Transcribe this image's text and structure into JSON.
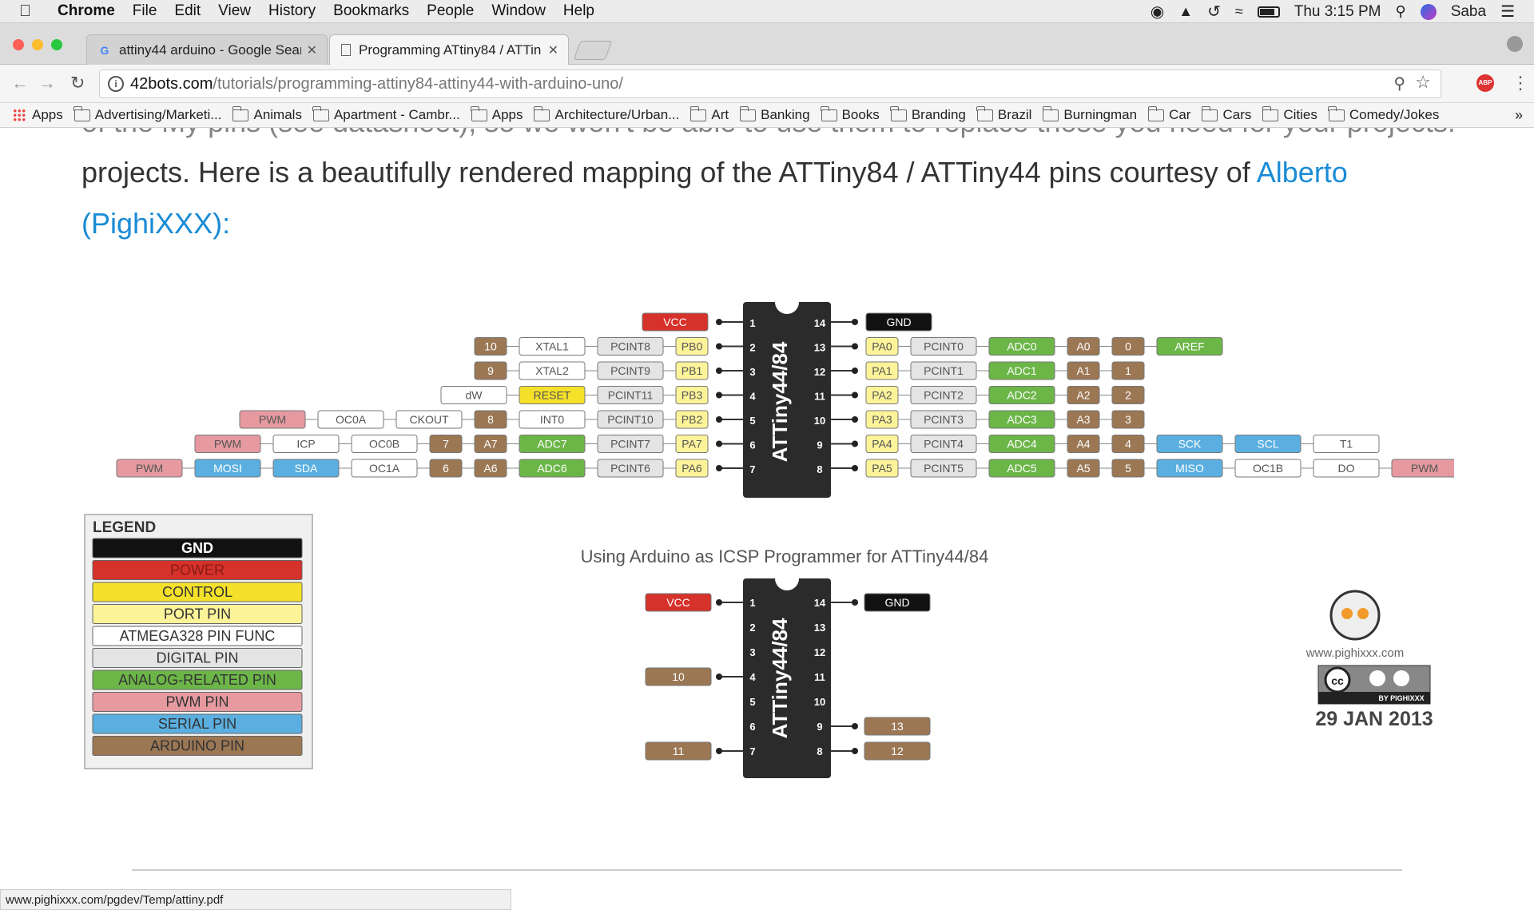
{
  "menubar": {
    "app": "Chrome",
    "items": [
      "File",
      "Edit",
      "View",
      "History",
      "Bookmarks",
      "People",
      "Window",
      "Help"
    ],
    "clock": "Thu 3:15 PM",
    "user": "Saba"
  },
  "tabs": [
    {
      "title": "attiny44 arduino - Google Sear",
      "icon": "google-icon"
    },
    {
      "title": "Programming ATtiny84 / ATTin",
      "icon": "page-icon"
    }
  ],
  "address": {
    "host": "42bots.com",
    "path": "/tutorials/programming-attiny84-attiny44-with-arduino-uno/"
  },
  "bookmarks": [
    "Apps",
    "Advertising/Marketi...",
    "Animals",
    "Apartment - Cambr...",
    "Apps",
    "Architecture/Urban...",
    "Art",
    "Banking",
    "Books",
    "Branding",
    "Brazil",
    "Burningman",
    "Car",
    "Cars",
    "Cities",
    "Comedy/Jokes"
  ],
  "bookmarks_more": "»",
  "article": {
    "cutoff_line": "of the My pins (see datasheet), so we won't be able to use them to replace those you need for your projects.",
    "text": "projects. Here is a beautifully rendered mapping of the ATTiny84 / ATTiny44 pins courtesy of",
    "link": "Alberto (PighiXXX):"
  },
  "diagram": {
    "chip_label": "ATTiny44/84",
    "left_pins": [
      {
        "n": "1",
        "tags": [
          {
            "t": "VCC",
            "c": "power"
          }
        ]
      },
      {
        "n": "2",
        "tags": [
          {
            "t": "PB0",
            "c": "port"
          },
          {
            "t": "PCINT8",
            "c": "digital"
          },
          {
            "t": "XTAL1",
            "c": "func"
          },
          {
            "t": "10",
            "c": "arduino"
          }
        ]
      },
      {
        "n": "3",
        "tags": [
          {
            "t": "PB1",
            "c": "port"
          },
          {
            "t": "PCINT9",
            "c": "digital"
          },
          {
            "t": "XTAL2",
            "c": "func"
          },
          {
            "t": "9",
            "c": "arduino"
          }
        ]
      },
      {
        "n": "4",
        "tags": [
          {
            "t": "PB3",
            "c": "port"
          },
          {
            "t": "PCINT11",
            "c": "digital"
          },
          {
            "t": "RESET",
            "c": "control"
          },
          {
            "t": "dW",
            "c": "func"
          }
        ]
      },
      {
        "n": "5",
        "tags": [
          {
            "t": "PB2",
            "c": "port"
          },
          {
            "t": "PCINT10",
            "c": "digital"
          },
          {
            "t": "INT0",
            "c": "func"
          },
          {
            "t": "8",
            "c": "arduino"
          },
          {
            "t": "CKOUT",
            "c": "func"
          },
          {
            "t": "OC0A",
            "c": "func"
          },
          {
            "t": "PWM",
            "c": "pwm"
          }
        ]
      },
      {
        "n": "6",
        "tags": [
          {
            "t": "PA7",
            "c": "port"
          },
          {
            "t": "PCINT7",
            "c": "digital"
          },
          {
            "t": "ADC7",
            "c": "analog"
          },
          {
            "t": "A7",
            "c": "arduino"
          },
          {
            "t": "7",
            "c": "arduino"
          },
          {
            "t": "OC0B",
            "c": "func"
          },
          {
            "t": "ICP",
            "c": "func"
          },
          {
            "t": "PWM",
            "c": "pwm"
          }
        ]
      },
      {
        "n": "7",
        "tags": [
          {
            "t": "PA6",
            "c": "port"
          },
          {
            "t": "PCINT6",
            "c": "digital"
          },
          {
            "t": "ADC6",
            "c": "analog"
          },
          {
            "t": "A6",
            "c": "arduino"
          },
          {
            "t": "6",
            "c": "arduino"
          },
          {
            "t": "OC1A",
            "c": "func"
          },
          {
            "t": "SDA",
            "c": "serial"
          },
          {
            "t": "MOSI",
            "c": "serial"
          },
          {
            "t": "PWM",
            "c": "pwm"
          }
        ]
      }
    ],
    "right_pins": [
      {
        "n": "14",
        "tags": [
          {
            "t": "GND",
            "c": "gnd"
          }
        ]
      },
      {
        "n": "13",
        "tags": [
          {
            "t": "PA0",
            "c": "port"
          },
          {
            "t": "PCINT0",
            "c": "digital"
          },
          {
            "t": "ADC0",
            "c": "analog"
          },
          {
            "t": "A0",
            "c": "arduino"
          },
          {
            "t": "0",
            "c": "arduino"
          },
          {
            "t": "AREF",
            "c": "analog"
          }
        ]
      },
      {
        "n": "12",
        "tags": [
          {
            "t": "PA1",
            "c": "port"
          },
          {
            "t": "PCINT1",
            "c": "digital"
          },
          {
            "t": "ADC1",
            "c": "analog"
          },
          {
            "t": "A1",
            "c": "arduino"
          },
          {
            "t": "1",
            "c": "arduino"
          }
        ]
      },
      {
        "n": "11",
        "tags": [
          {
            "t": "PA2",
            "c": "port"
          },
          {
            "t": "PCINT2",
            "c": "digital"
          },
          {
            "t": "ADC2",
            "c": "analog"
          },
          {
            "t": "A2",
            "c": "arduino"
          },
          {
            "t": "2",
            "c": "arduino"
          }
        ]
      },
      {
        "n": "10",
        "tags": [
          {
            "t": "PA3",
            "c": "port"
          },
          {
            "t": "PCINT3",
            "c": "digital"
          },
          {
            "t": "ADC3",
            "c": "analog"
          },
          {
            "t": "A3",
            "c": "arduino"
          },
          {
            "t": "3",
            "c": "arduino"
          }
        ]
      },
      {
        "n": "9",
        "tags": [
          {
            "t": "PA4",
            "c": "port"
          },
          {
            "t": "PCINT4",
            "c": "digital"
          },
          {
            "t": "ADC4",
            "c": "analog"
          },
          {
            "t": "A4",
            "c": "arduino"
          },
          {
            "t": "4",
            "c": "arduino"
          },
          {
            "t": "SCK",
            "c": "serial"
          },
          {
            "t": "SCL",
            "c": "serial"
          },
          {
            "t": "T1",
            "c": "func"
          }
        ]
      },
      {
        "n": "8",
        "tags": [
          {
            "t": "PA5",
            "c": "port"
          },
          {
            "t": "PCINT5",
            "c": "digital"
          },
          {
            "t": "ADC5",
            "c": "analog"
          },
          {
            "t": "A5",
            "c": "arduino"
          },
          {
            "t": "5",
            "c": "arduino"
          },
          {
            "t": "MISO",
            "c": "serial"
          },
          {
            "t": "OC1B",
            "c": "func"
          },
          {
            "t": "DO",
            "c": "func"
          },
          {
            "t": "PWM",
            "c": "pwm"
          }
        ]
      }
    ],
    "legend_title": "LEGEND",
    "legend": [
      {
        "t": "GND",
        "c": "gnd"
      },
      {
        "t": "POWER",
        "c": "power"
      },
      {
        "t": "CONTROL",
        "c": "control"
      },
      {
        "t": "PORT PIN",
        "c": "port"
      },
      {
        "t": "ATMEGA328 PIN FUNC",
        "c": "func"
      },
      {
        "t": "DIGITAL PIN",
        "c": "digital"
      },
      {
        "t": "ANALOG-RELATED PIN",
        "c": "analog"
      },
      {
        "t": "PWM PIN",
        "c": "pwm"
      },
      {
        "t": "SERIAL PIN",
        "c": "serial"
      },
      {
        "t": "ARDUINO PIN",
        "c": "arduino"
      }
    ],
    "icsp_title": "Using Arduino as ICSP Programmer for ATTiny44/84",
    "icsp_left": [
      {
        "n": "1",
        "tag": {
          "t": "VCC",
          "c": "power"
        }
      },
      {
        "n": "2"
      },
      {
        "n": "3"
      },
      {
        "n": "4",
        "tag": {
          "t": "10",
          "c": "arduino"
        }
      },
      {
        "n": "5"
      },
      {
        "n": "6"
      },
      {
        "n": "7",
        "tag": {
          "t": "11",
          "c": "arduino"
        }
      }
    ],
    "icsp_right": [
      {
        "n": "14",
        "tag": {
          "t": "GND",
          "c": "gnd"
        }
      },
      {
        "n": "13"
      },
      {
        "n": "12"
      },
      {
        "n": "11"
      },
      {
        "n": "10"
      },
      {
        "n": "9",
        "tag": {
          "t": "13",
          "c": "arduino"
        }
      },
      {
        "n": "8",
        "tag": {
          "t": "12",
          "c": "arduino"
        }
      }
    ],
    "credit_site": "www.pighixxx.com",
    "credit_badge": "BY PIGHIXXX",
    "credit_date": "29 JAN 2013",
    "colors": {
      "gnd": "#111111",
      "power": "#d6312b",
      "control": "#f5e12a",
      "port": "#fdf49a",
      "func": "#ffffff",
      "digital": "#e4e4e4",
      "analog": "#6cb648",
      "pwm": "#e69aa0",
      "serial": "#5aafe0",
      "arduino": "#9b7754"
    }
  },
  "status_url": "www.pighixxx.com/pgdev/Temp/attiny.pdf"
}
